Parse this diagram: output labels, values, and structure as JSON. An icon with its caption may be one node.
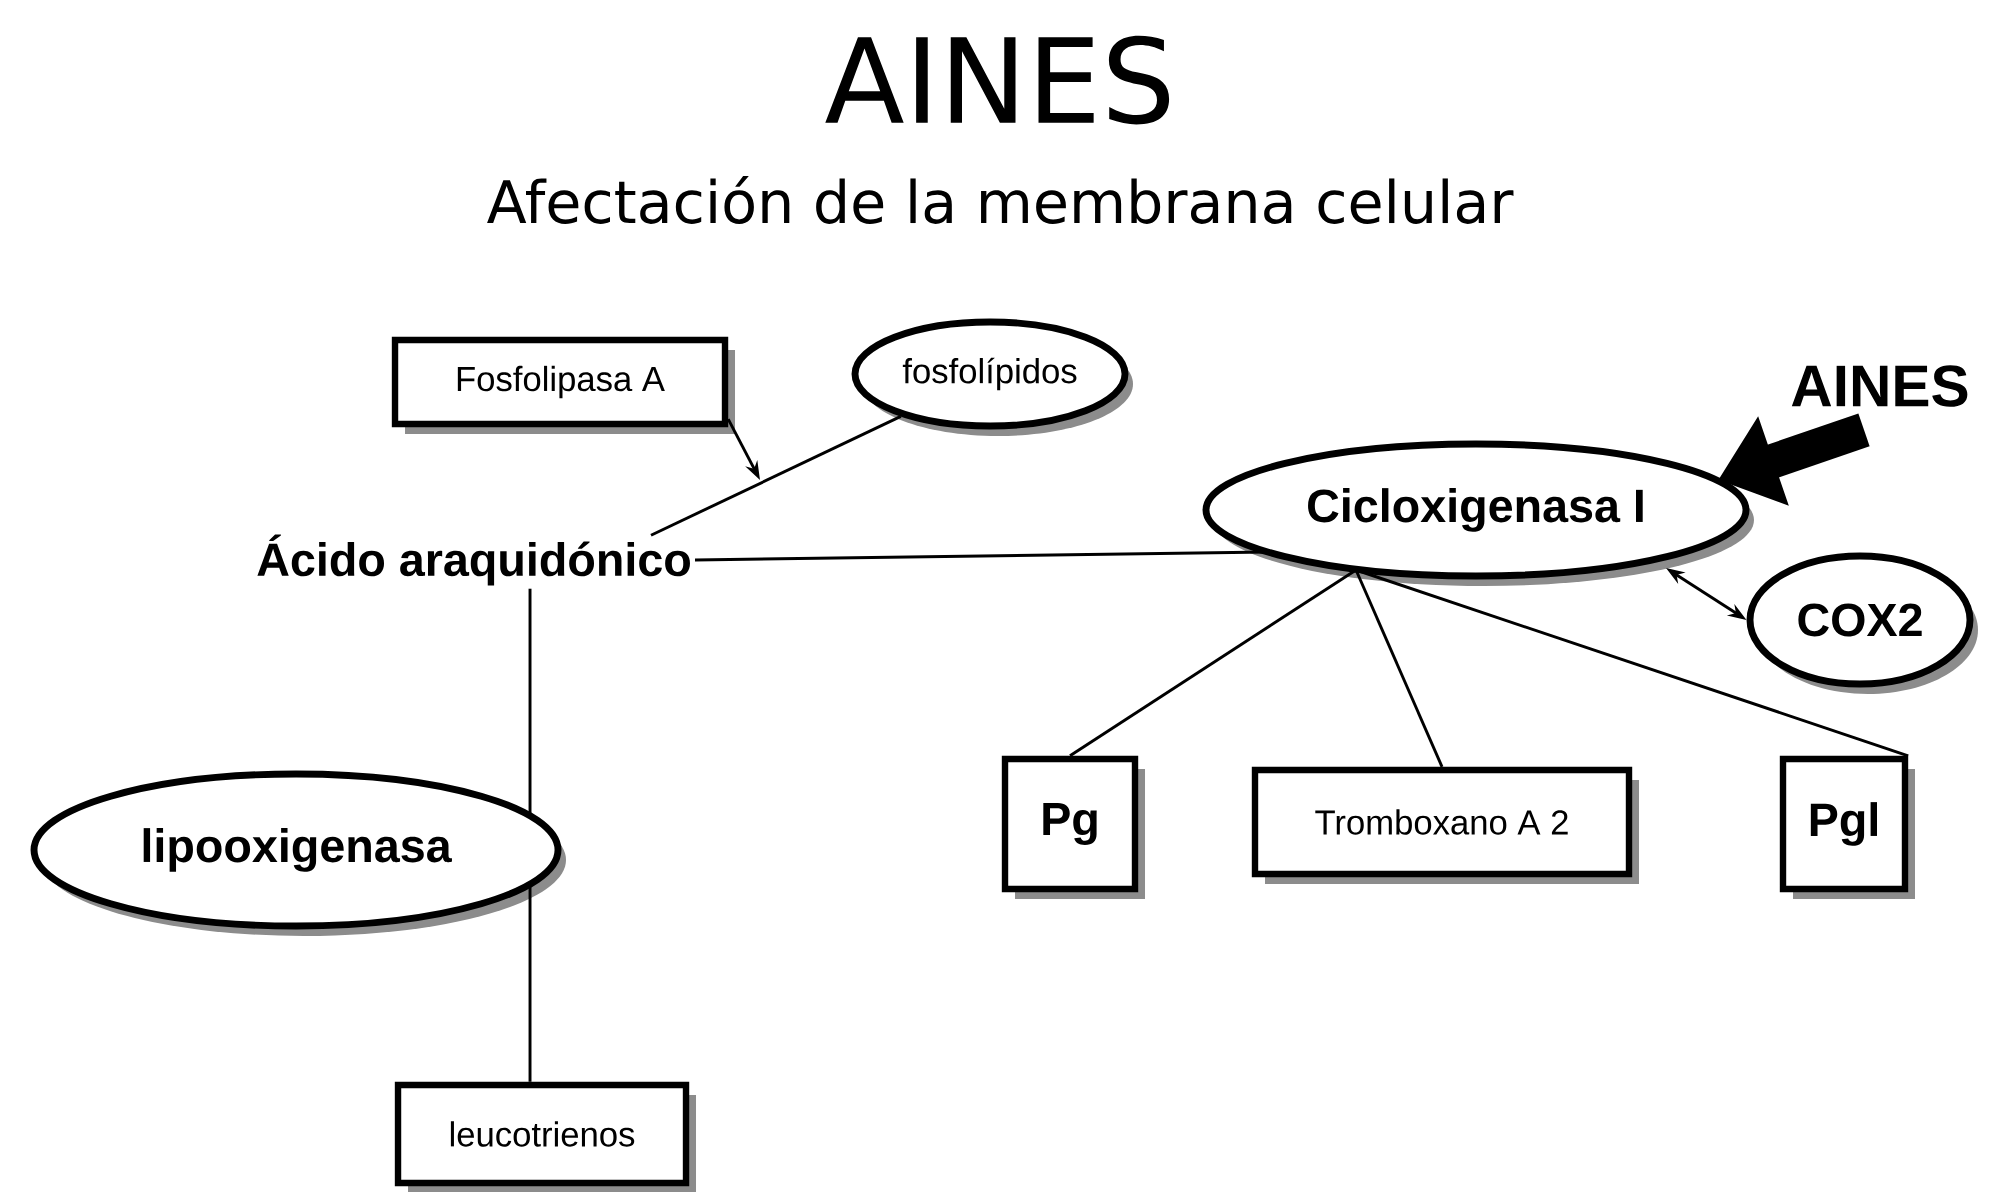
{
  "diagram": {
    "title": "AINES",
    "caption": "Afectación de la membrana celular",
    "nodes": [
      {
        "text": [
          "Fosfolipasa A"
        ]
      },
      {
        "text": [
          "fosfolípidos"
        ]
      },
      {
        "text": [
          "Ácido araquidónico"
        ]
      },
      {
        "text": [
          "AINES"
        ]
      },
      {
        "text": [
          "Cicloxigenasa I"
        ]
      },
      {
        "text": [
          "COX2"
        ]
      },
      {
        "text": [
          "lipooxigenasa"
        ]
      },
      {
        "text": [
          "Pg"
        ]
      },
      {
        "text": [
          "Tromboxano A 2"
        ]
      },
      {
        "text": [
          "Pgl"
        ]
      },
      {
        "text": [
          "leucotrienos"
        ]
      }
    ],
    "edges": [
      {
        "from": 0,
        "to": null,
        "arrow": "to"
      },
      {
        "from": 1,
        "to": 2,
        "arrow": "none"
      },
      {
        "from": 2,
        "to": 4,
        "arrow": "none"
      },
      {
        "from": 4,
        "to": 5,
        "arrow": "both"
      },
      {
        "from": 4,
        "to": 7,
        "arrow": "none"
      },
      {
        "from": 4,
        "to": 8,
        "arrow": "none"
      },
      {
        "from": 4,
        "to": 9,
        "arrow": "none"
      },
      {
        "from": 3,
        "to": 4,
        "arrow": "to",
        "style": "thick"
      },
      {
        "from": 2,
        "to": 6,
        "arrow": "none"
      },
      {
        "from": 6,
        "to": 10,
        "arrow": "none"
      }
    ]
  }
}
